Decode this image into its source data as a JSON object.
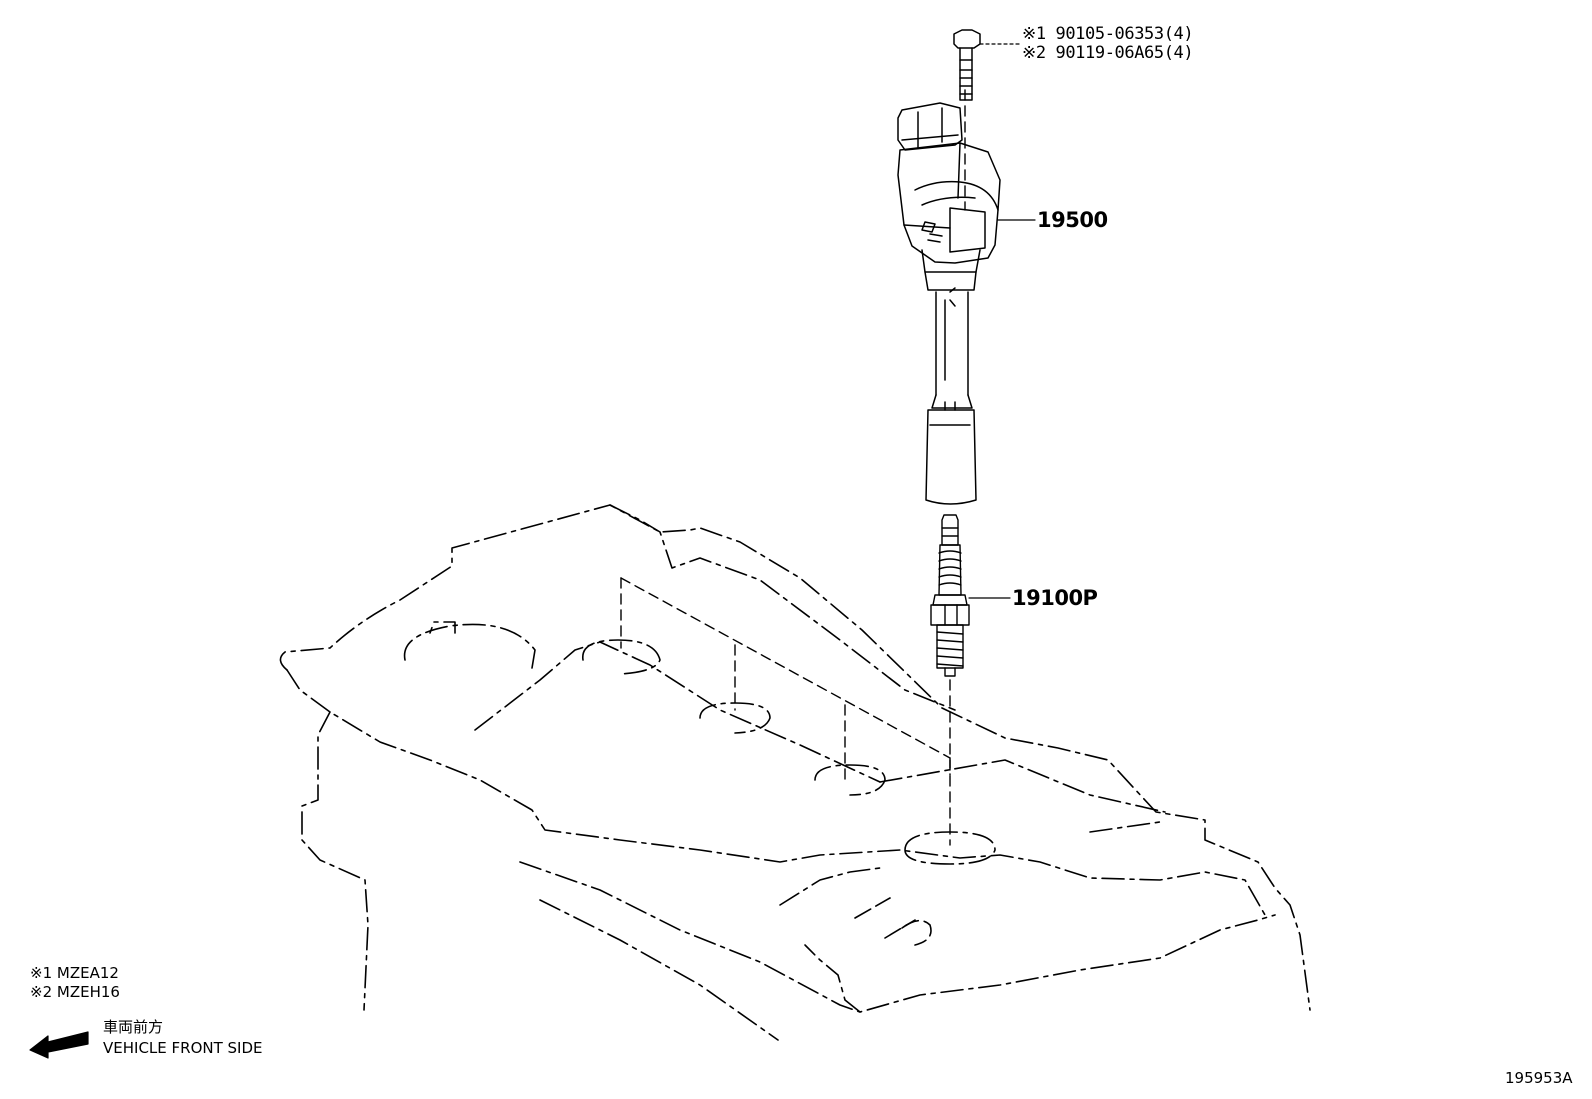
{
  "parts": {
    "coil": "19500",
    "plug": "19100P",
    "bolt_line1": "※1 90105-06353(4)",
    "bolt_line2": "※2 90119-06A65(4)"
  },
  "notes": {
    "line1": "※1 MZEA12",
    "line2": "※2 MZEH16"
  },
  "direction": {
    "jp": "車両前方",
    "en": "VEHICLE FRONT SIDE"
  },
  "figure_number": "195953A"
}
